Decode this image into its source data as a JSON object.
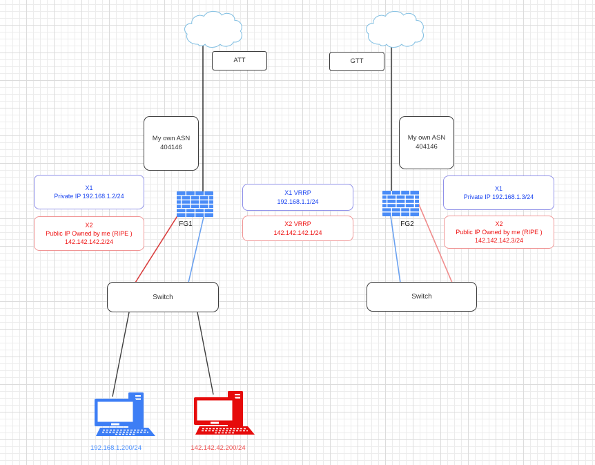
{
  "diagram_type": "network-topology",
  "nodes": {
    "att": {
      "label": "ATT"
    },
    "gtt": {
      "label": "GTT"
    },
    "asn_left": {
      "line1": "My own ASN",
      "line2": "404146"
    },
    "asn_right": {
      "line1": "My own ASN",
      "line2": "404146"
    },
    "fg1": {
      "label": "FG1"
    },
    "fg2": {
      "label": "FG2"
    },
    "switch_left": {
      "label": "Switch"
    },
    "switch_right": {
      "label": "Switch"
    },
    "pc_left": {
      "caption": "192.168.1.200/24"
    },
    "pc_right": {
      "caption": "142.142.42.200/24"
    }
  },
  "annotations": {
    "left_x1": {
      "line1": "X1",
      "line2": "Private IP 192.168.1.2/24"
    },
    "left_x2": {
      "line1": "X2",
      "line2": "Public IP Owned by me (RIPE )",
      "line3": "142.142.142.2/24"
    },
    "mid_x1": {
      "line1": "X1 VRRP",
      "line2": "192.168.1.1/24"
    },
    "mid_x2": {
      "line1": "X2 VRRP",
      "line2": "142.142.142.1/24"
    },
    "right_x1": {
      "line1": "X1",
      "line2": "Private IP 192.168.1.3/24"
    },
    "right_x2": {
      "line1": "X2",
      "line2": "Public IP Owned by me (RIPE )",
      "line3": "142.142.142.3/24"
    }
  },
  "icons": {
    "cloud_left": "internet-cloud-icon",
    "cloud_right": "internet-cloud-icon",
    "fg1": "firewall-icon",
    "fg2": "firewall-icon",
    "pc_left": "computer-icon",
    "pc_right": "computer-icon"
  },
  "colors": {
    "blue_text": "#1a44f0",
    "red_text": "#ee1111",
    "blue_border": "#8f90e8",
    "red_border": "#f09595",
    "firewall_blue": "#4a8cf7",
    "pc_blue": "#3d7ef5",
    "pc_red": "#e60b0b",
    "cloud_stroke": "#85c1e3",
    "connector_black": "#3d3d3d",
    "connector_red_left": "#d94040",
    "connector_red_right": "#f08c8c",
    "connector_blue": "#6aa1f0"
  }
}
